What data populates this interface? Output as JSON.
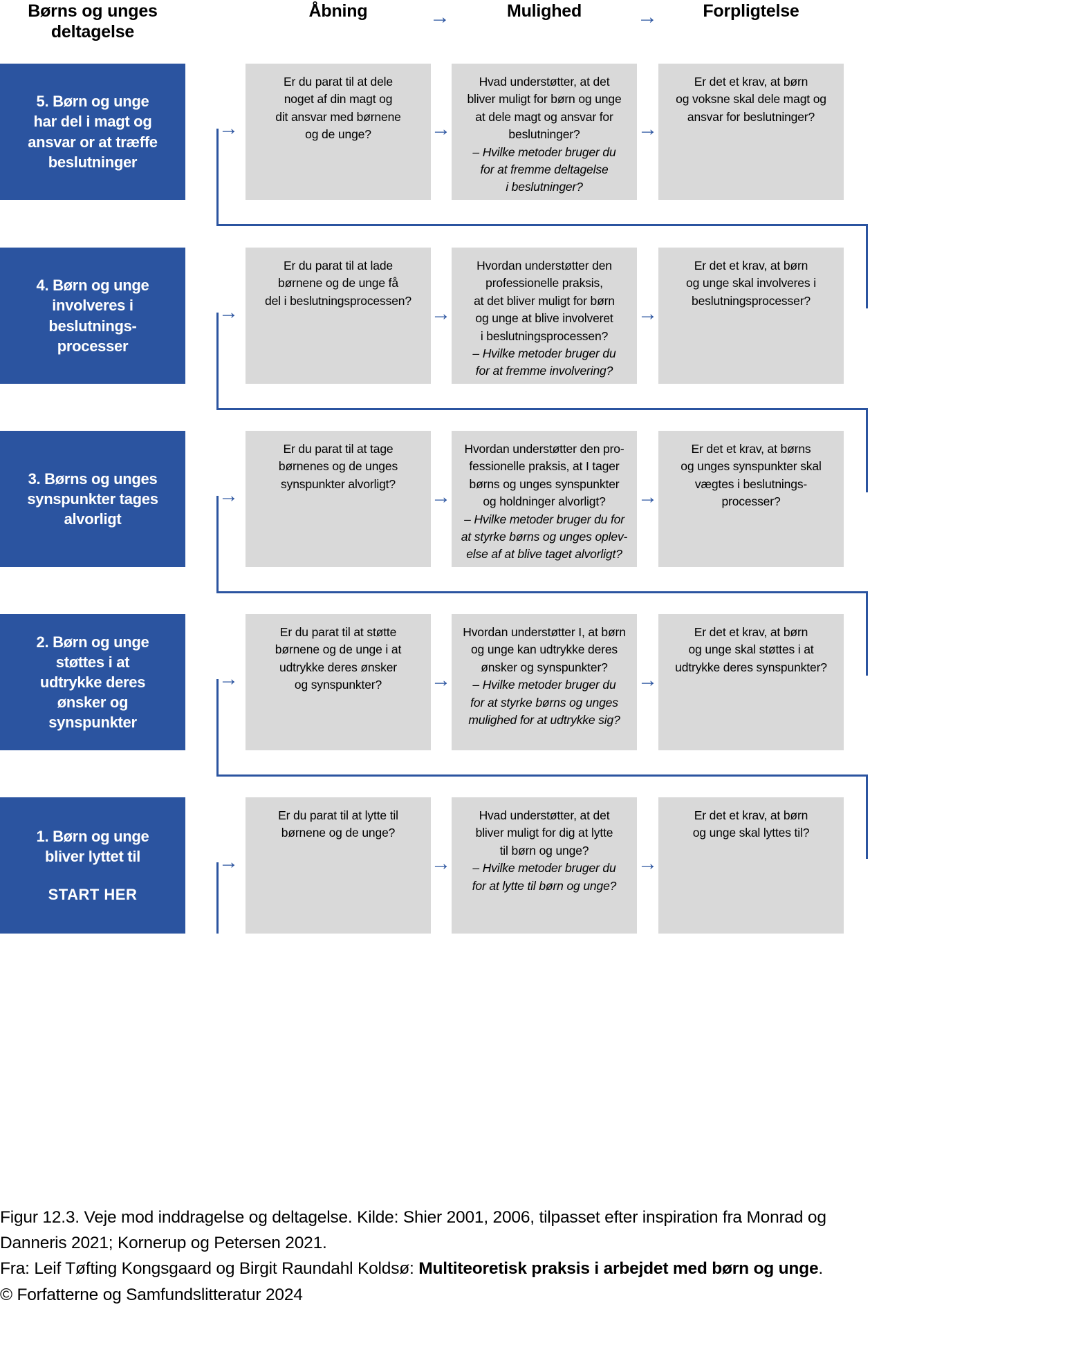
{
  "header": {
    "col1_title": "Børns og unges deltagelse",
    "col1_line1": "Børns og unges",
    "col1_line2": "deltagelse",
    "col2_title": "Åbning",
    "col3_title": "Mulighed",
    "col4_title": "Forpligtelse",
    "arrow_icon": "→"
  },
  "rows": [
    {
      "step_lines": [
        "5. Børn og unge",
        "har del i magt og",
        "ansvar or at træffe",
        "beslutninger"
      ],
      "step_note": "",
      "opening": {
        "main": [
          "Er du parat til at dele",
          "noget af din magt og",
          "dit ansvar med børnene",
          "og de unge?"
        ],
        "sub": []
      },
      "possibility": {
        "main": [
          "Hvad understøtter, at det",
          "bliver muligt for børn og unge",
          "at dele magt og ansvar for",
          "beslutninger?"
        ],
        "sub": [
          "– Hvilke metoder bruger du",
          "for at fremme deltagelse",
          "i beslutninger?"
        ]
      },
      "obligation": {
        "main": [
          "Er det et krav, at børn",
          "og voksne skal dele magt og",
          "ansvar for beslutninger?"
        ],
        "sub": []
      }
    },
    {
      "step_lines": [
        "4. Børn og unge",
        "involveres i",
        "beslutnings-",
        "processer"
      ],
      "step_note": "",
      "opening": {
        "main": [
          "Er du parat til at lade",
          "børnene og de unge få",
          "del i beslutningsprocessen?"
        ],
        "sub": []
      },
      "possibility": {
        "main": [
          "Hvordan understøtter den",
          "professionelle praksis,",
          "at det bliver muligt for børn",
          "og unge at blive involveret",
          "i beslutningsprocessen?"
        ],
        "sub": [
          "– Hvilke metoder bruger du",
          "for at fremme involvering?"
        ]
      },
      "obligation": {
        "main": [
          "Er det et krav, at børn",
          "og unge skal involveres i",
          "beslutningsprocesser?"
        ],
        "sub": []
      }
    },
    {
      "step_lines": [
        "3. Børns og unges",
        "synspunkter tages",
        "alvorligt"
      ],
      "step_note": "",
      "opening": {
        "main": [
          "Er du parat til at tage",
          "børnenes og de unges",
          "synspunkter alvorligt?"
        ],
        "sub": []
      },
      "possibility": {
        "main": [
          "Hvordan understøtter den pro-",
          "fessionelle praksis, at I tager",
          "børns og unges synspunkter",
          "og holdninger alvorligt?"
        ],
        "sub": [
          "– Hvilke metoder bruger du for",
          "at styrke børns og unges oplev-",
          "else af at blive taget alvorligt?"
        ]
      },
      "obligation": {
        "main": [
          "Er det et krav, at børns",
          "og unges synspunkter skal",
          "vægtes i beslutnings-",
          "processer?"
        ],
        "sub": []
      }
    },
    {
      "step_lines": [
        "2. Børn og unge",
        "støttes i at",
        "udtrykke deres",
        "ønsker og",
        "synspunkter"
      ],
      "step_note": "",
      "opening": {
        "main": [
          "Er du parat til at støtte",
          "børnene og de unge i at",
          "udtrykke deres ønsker",
          "og synspunkter?"
        ],
        "sub": []
      },
      "possibility": {
        "main": [
          "Hvordan understøtter I, at børn",
          "og unge kan udtrykke deres",
          "ønsker og synspunkter?"
        ],
        "sub": [
          "– Hvilke metoder bruger du",
          "for at styrke børns og unges",
          "mulighed for at udtrykke sig?"
        ]
      },
      "obligation": {
        "main": [
          "Er det et krav, at børn",
          "og unge skal støttes i at",
          "udtrykke deres synspunkter?"
        ],
        "sub": []
      }
    },
    {
      "step_lines": [
        "1. Børn og unge",
        "bliver lyttet til"
      ],
      "step_note": "START HER",
      "opening": {
        "main": [
          "Er du parat til at lytte til",
          "børnene og de unge?"
        ],
        "sub": []
      },
      "possibility": {
        "main": [
          "Hvad understøtter, at det",
          "bliver muligt for dig at lytte",
          "til børn og unge?"
        ],
        "sub": [
          "– Hvilke metoder bruger du",
          "for at lytte til børn og unge?"
        ]
      },
      "obligation": {
        "main": [
          "Er det et krav, at børn",
          "og unge skal lyttes til?"
        ],
        "sub": []
      }
    }
  ],
  "caption": {
    "line1": "Figur 12.3. Veje mod inddragelse og deltagelse. Kilde: Shier 2001, 2006, tilpasset efter inspiration fra Monrad og",
    "line2": "Danneris 2021; Kornerup og Petersen 2021.",
    "line3_prefix": "Fra: Leif Tøfting Kongsgaard og Birgit Raundahl Koldsø: ",
    "line3_bold": "Multiteoretisk praksis i arbejdet med børn og unge",
    "line3_suffix": ".",
    "line4": "© Forfatterne og Samfundslitteratur 2024"
  },
  "colors": {
    "brand_blue": "#2b54a0",
    "box_grey": "#d9d9d9",
    "text_black": "#000000",
    "white": "#ffffff"
  }
}
